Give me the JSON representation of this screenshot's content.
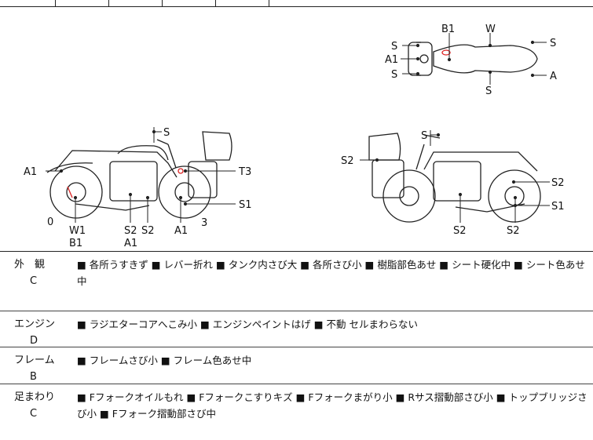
{
  "diagram": {
    "labels": {
      "top_b1": "B1",
      "top_w": "W",
      "top_s_left1": "S",
      "top_a1": "A1",
      "top_s_left2": "S",
      "top_s_right1": "S",
      "top_a_right": "A",
      "top_s_bottom": "S",
      "left_s": "S",
      "left_a1": "A1",
      "left_t3": "T3",
      "left_s1": "S1",
      "left_0": "0",
      "left_w1": "W1",
      "left_b1": "B1",
      "left_s2a": "S2",
      "left_s2b": "S2",
      "left_a1_bottom": "A1",
      "left_a1_under": "A1",
      "left_3": "3",
      "right_s": "S",
      "right_s2_left": "S2",
      "right_s2_right": "S2",
      "right_s1": "S1",
      "right_s2_bottom1": "S2",
      "right_s2_bottom2": "S2"
    }
  },
  "rows": [
    {
      "category": "外　観",
      "grade": "C",
      "text": "■ 各所うすきず ■ レバー折れ ■ タンク内さび大 ■ 各所さび小 ■ 樹脂部色あせ ■ シート硬化中 ■ シート色あせ中"
    },
    {
      "category": "エンジン",
      "grade": "D",
      "text": "■ ラジエターコアへこみ小 ■ エンジンペイントはげ ■ 不動 セルまわらない"
    },
    {
      "category": "フレーム",
      "grade": "B",
      "text": "■ フレームさび小 ■ フレーム色あせ中"
    },
    {
      "category": "足まわり",
      "grade": "C",
      "text": "■ Fフォークオイルもれ ■ Fフォークこすりキズ ■ Fフォークまがり小 ■ Rサス摺動部さび小 ■ トップブリッジさび小 ■ Fフォーク摺動部さび中"
    }
  ]
}
